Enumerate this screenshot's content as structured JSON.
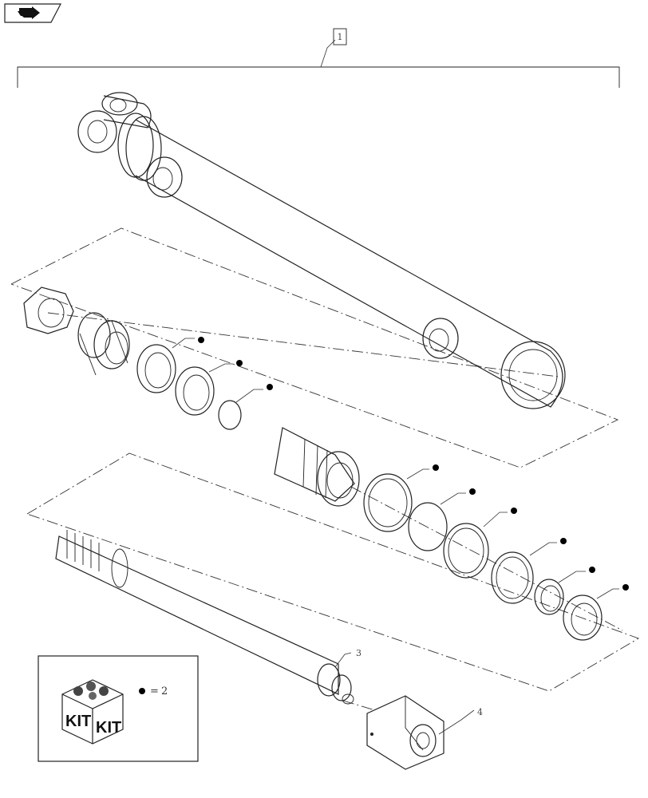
{
  "assembly": {
    "callout": "1",
    "items": [
      {
        "id": "3",
        "label": "3"
      },
      {
        "id": "4",
        "label": "4"
      }
    ]
  },
  "kit_legend": {
    "box_text_left": "KIT",
    "box_text_right": "KIT",
    "equals": "=",
    "value": "2"
  },
  "icons": {
    "nav": "forward-arrow-icon",
    "kit_marker": "filled-dot"
  },
  "colors": {
    "line": "#222222",
    "background": "#ffffff",
    "marker": "#000000"
  }
}
